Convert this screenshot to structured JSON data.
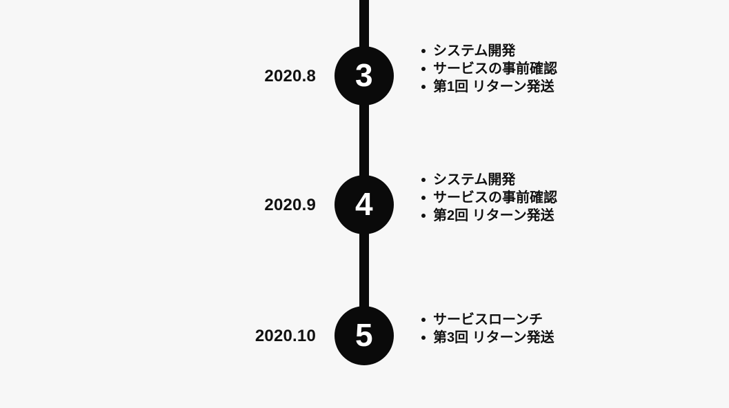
{
  "diagram": {
    "type": "vertical-timeline",
    "background_color": "#f7f7f7",
    "marker_color": "#0a0a0a",
    "text_color": "#111111",
    "number_color": "#ffffff",
    "entries": [
      {
        "date": "2020.8",
        "number": "3",
        "items": [
          "システム開発",
          "サービスの事前確認",
          "第1回 リターン発送"
        ]
      },
      {
        "date": "2020.9",
        "number": "4",
        "items": [
          "システム開発",
          "サービスの事前確認",
          "第2回 リターン発送"
        ]
      },
      {
        "date": "2020.10",
        "number": "5",
        "items": [
          "サービスローンチ",
          "第3回 リターン発送"
        ]
      }
    ]
  }
}
